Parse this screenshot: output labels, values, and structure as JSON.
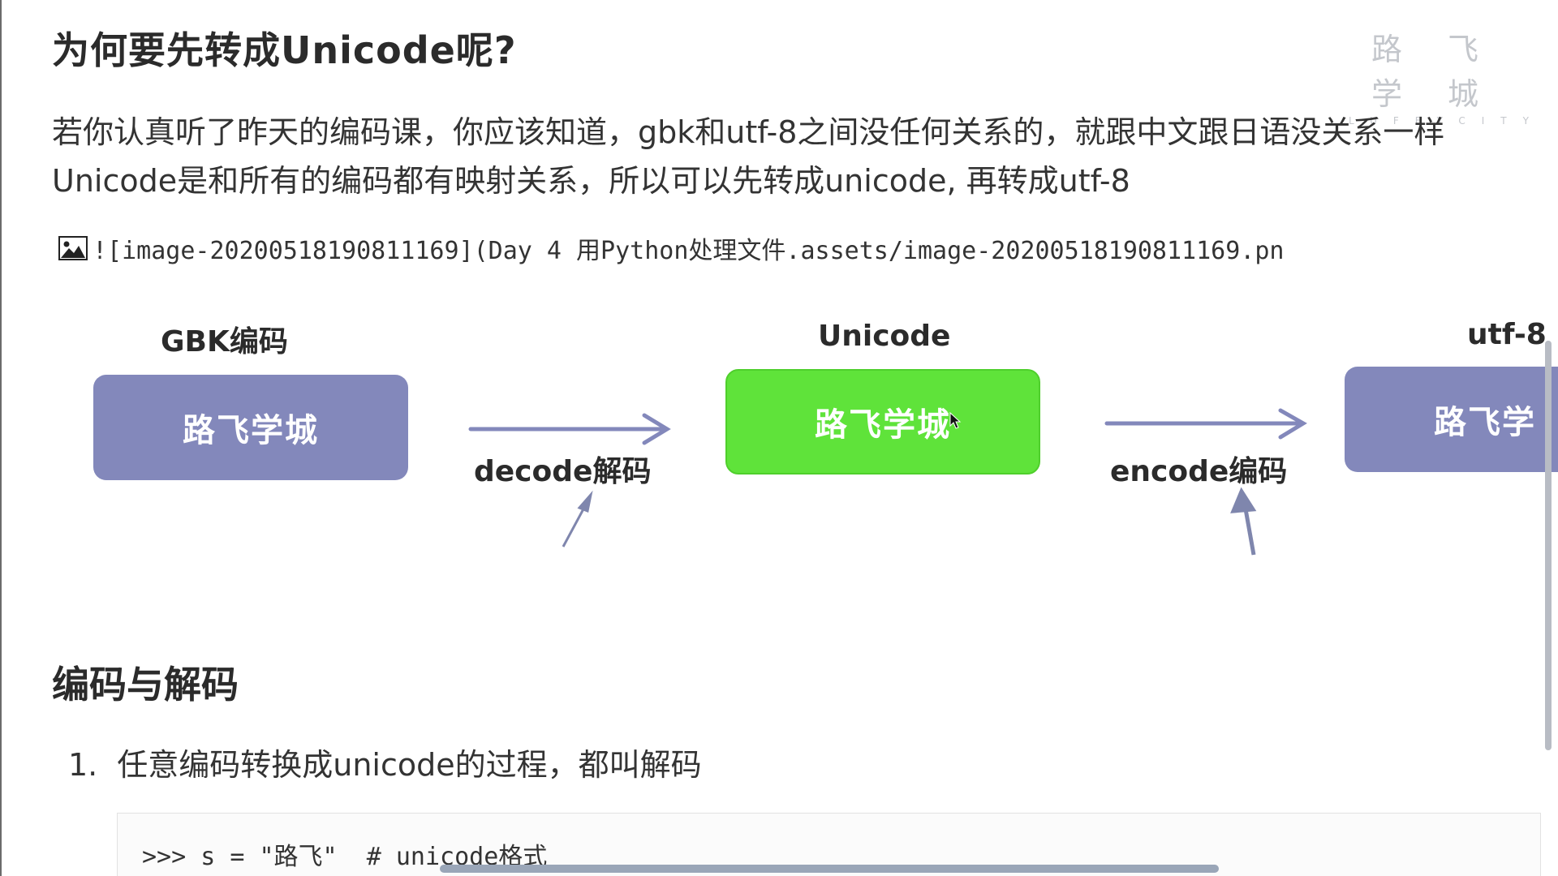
{
  "heading1": "为何要先转成Unicode呢?",
  "watermark": {
    "cn": "路 飞 学 城",
    "en": "LUFFYCITY"
  },
  "paragraph": {
    "line1": "若你认真听了昨天的编码课，你应该知道，gbk和utf-8之间没任何关系的，就跟中文跟日语没关系一样",
    "line2": "Unicode是和所有的编码都有映射关系，所以可以先转成unicode, 再转成utf-8"
  },
  "image_markdown": "![image-20200518190811169](Day 4 用Python处理文件.assets/image-20200518190811169.pn",
  "image_icon": "image-icon",
  "diagram": {
    "gbk_label": "GBK编码",
    "gbk_box": "路飞学城",
    "decode_label": "decode解码",
    "unicode_label": "Unicode",
    "unicode_box": "路飞学城",
    "encode_label": "encode编码",
    "utf8_label": "utf-8",
    "utf8_box": "路飞学",
    "colors": {
      "gbk": "#8388bb",
      "unicode": "#5fe33a",
      "utf8": "#8388bb"
    }
  },
  "heading2": "编码与解码",
  "list": [
    {
      "num": "1.",
      "text": "任意编码转换成unicode的过程，都叫解码"
    }
  ],
  "code": ">>> s = \"路飞\"  # unicode格式"
}
